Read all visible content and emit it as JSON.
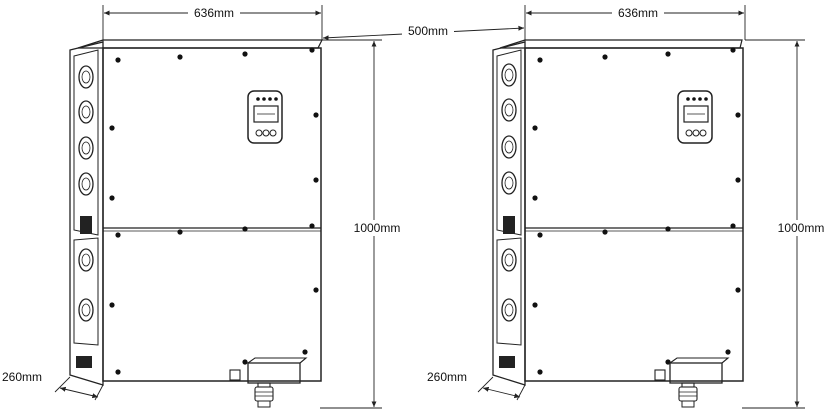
{
  "dimensions": {
    "width_label": "636mm",
    "gap_label": "500mm",
    "height_label": "1000mm",
    "depth_label": "260mm"
  },
  "units": [
    {
      "name": "inverter-left"
    },
    {
      "name": "inverter-right"
    }
  ],
  "colors": {
    "line": "#222222",
    "panel": "#ffffff",
    "bolt": "#111111",
    "background": "#ffffff"
  }
}
